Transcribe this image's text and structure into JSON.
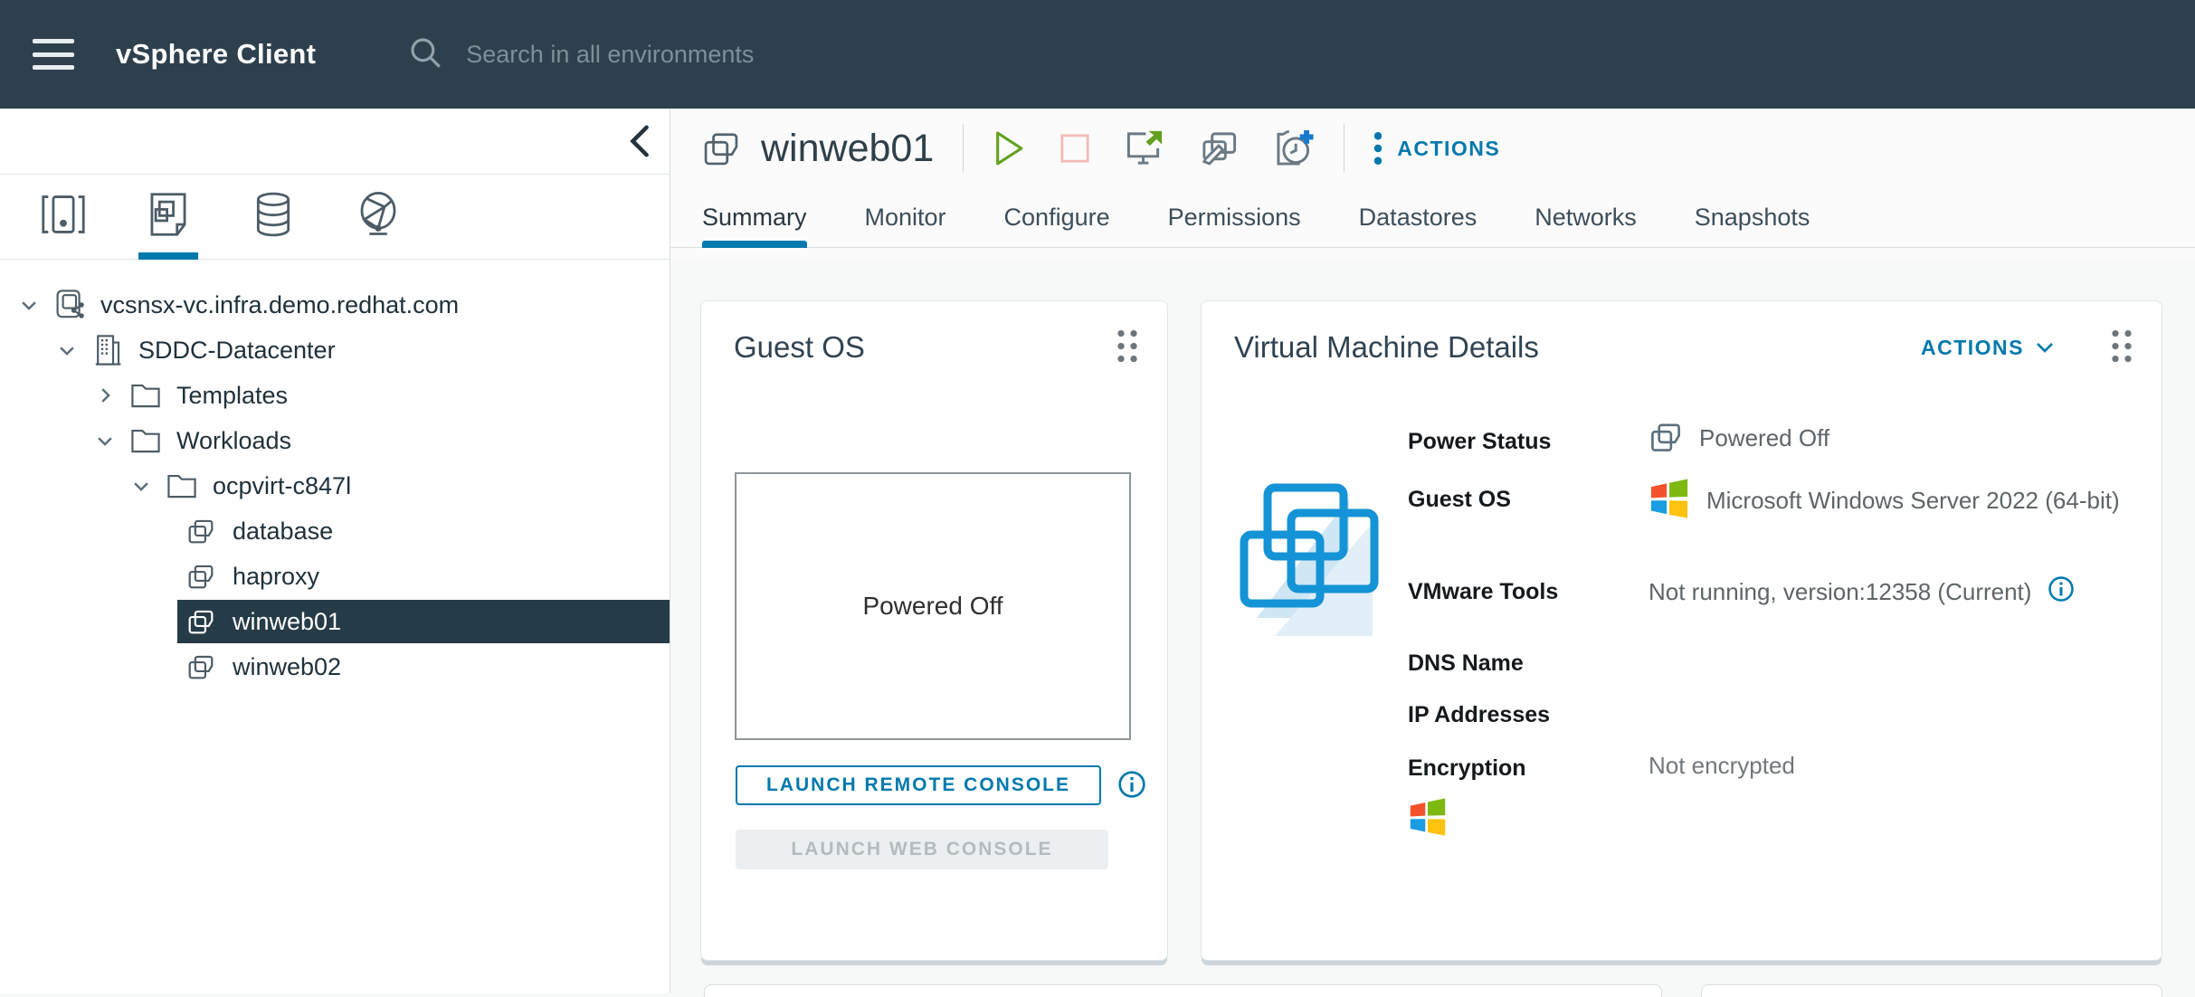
{
  "topbar": {
    "title": "vSphere Client",
    "search_placeholder": "Search in all environments",
    "icons": [
      "hamburger-menu-icon",
      "search-icon"
    ]
  },
  "sidebar": {
    "collapse_icon": "chevron-left-icon",
    "inventory_tabs": [
      {
        "icon": "hosts-and-clusters-icon",
        "active": false
      },
      {
        "icon": "vms-and-templates-icon",
        "active": true
      },
      {
        "icon": "storage-icon",
        "active": false
      },
      {
        "icon": "networks-icon",
        "active": false
      }
    ],
    "tree": [
      {
        "label": "vcsnsx-vc.infra.demo.redhat.com",
        "level": 0,
        "expander": "down",
        "icon": "vcenter-icon",
        "selected": false
      },
      {
        "label": "SDDC-Datacenter",
        "level": 1,
        "expander": "down",
        "icon": "datacenter-icon",
        "selected": false
      },
      {
        "label": "Templates",
        "level": 2,
        "expander": "right",
        "icon": "folder-icon",
        "selected": false
      },
      {
        "label": "Workloads",
        "level": 2,
        "expander": "down",
        "icon": "folder-icon",
        "selected": false
      },
      {
        "label": "ocpvirt-c847l",
        "level": 3,
        "expander": "down",
        "icon": "folder-icon",
        "selected": false
      },
      {
        "label": "database",
        "level": 4,
        "expander": "none",
        "icon": "vm-icon",
        "selected": false
      },
      {
        "label": "haproxy",
        "level": 4,
        "expander": "none",
        "icon": "vm-icon",
        "selected": false
      },
      {
        "label": "winweb01",
        "level": 4,
        "expander": "none",
        "icon": "vm-icon",
        "selected": true
      },
      {
        "label": "winweb02",
        "level": 4,
        "expander": "none",
        "icon": "vm-icon",
        "selected": false
      }
    ]
  },
  "vm_header": {
    "title": "winweb01",
    "title_icon": "vm-icon",
    "action_icons": [
      "power-on-icon",
      "shut-down-icon",
      "launch-console-icon",
      "edit-clone-icon",
      "snapshot-schedule-icon"
    ],
    "actions_label": "ACTIONS"
  },
  "tabs": [
    {
      "label": "Summary",
      "active": true
    },
    {
      "label": "Monitor",
      "active": false
    },
    {
      "label": "Configure",
      "active": false
    },
    {
      "label": "Permissions",
      "active": false
    },
    {
      "label": "Datastores",
      "active": false
    },
    {
      "label": "Networks",
      "active": false
    },
    {
      "label": "Snapshots",
      "active": false
    }
  ],
  "guest_os_card": {
    "title": "Guest OS",
    "screen_text": "Powered Off",
    "remote_console_button": "LAUNCH REMOTE CONSOLE",
    "web_console_button": "LAUNCH WEB CONSOLE",
    "web_console_disabled": true
  },
  "details_card": {
    "title": "Virtual Machine Details",
    "actions_label": "ACTIONS",
    "rows": [
      {
        "label": "Power Status",
        "value": "Powered Off",
        "value_icon": "vm-icon"
      },
      {
        "label": "Guest OS",
        "value": "Microsoft Windows Server 2022 (64-bit)",
        "value_icon": "windows-logo-icon"
      },
      {
        "label": "VMware Tools",
        "value": "Not running, version:12358 (Current)",
        "value_icon": "info-icon"
      },
      {
        "label": "DNS Name",
        "value": ""
      },
      {
        "label": "IP Addresses",
        "value": ""
      },
      {
        "label": "Encryption",
        "value": "Not encrypted"
      }
    ],
    "footer_icon": "windows-logo-icon"
  },
  "colors": {
    "topbar": "#2e404d",
    "accent_blue": "#0079ad",
    "selected_row": "#263b48",
    "power_on_green": "#61a11e",
    "disabled_stop_pink": "#f3bdb8",
    "card_shadow": "#ccd5da"
  }
}
